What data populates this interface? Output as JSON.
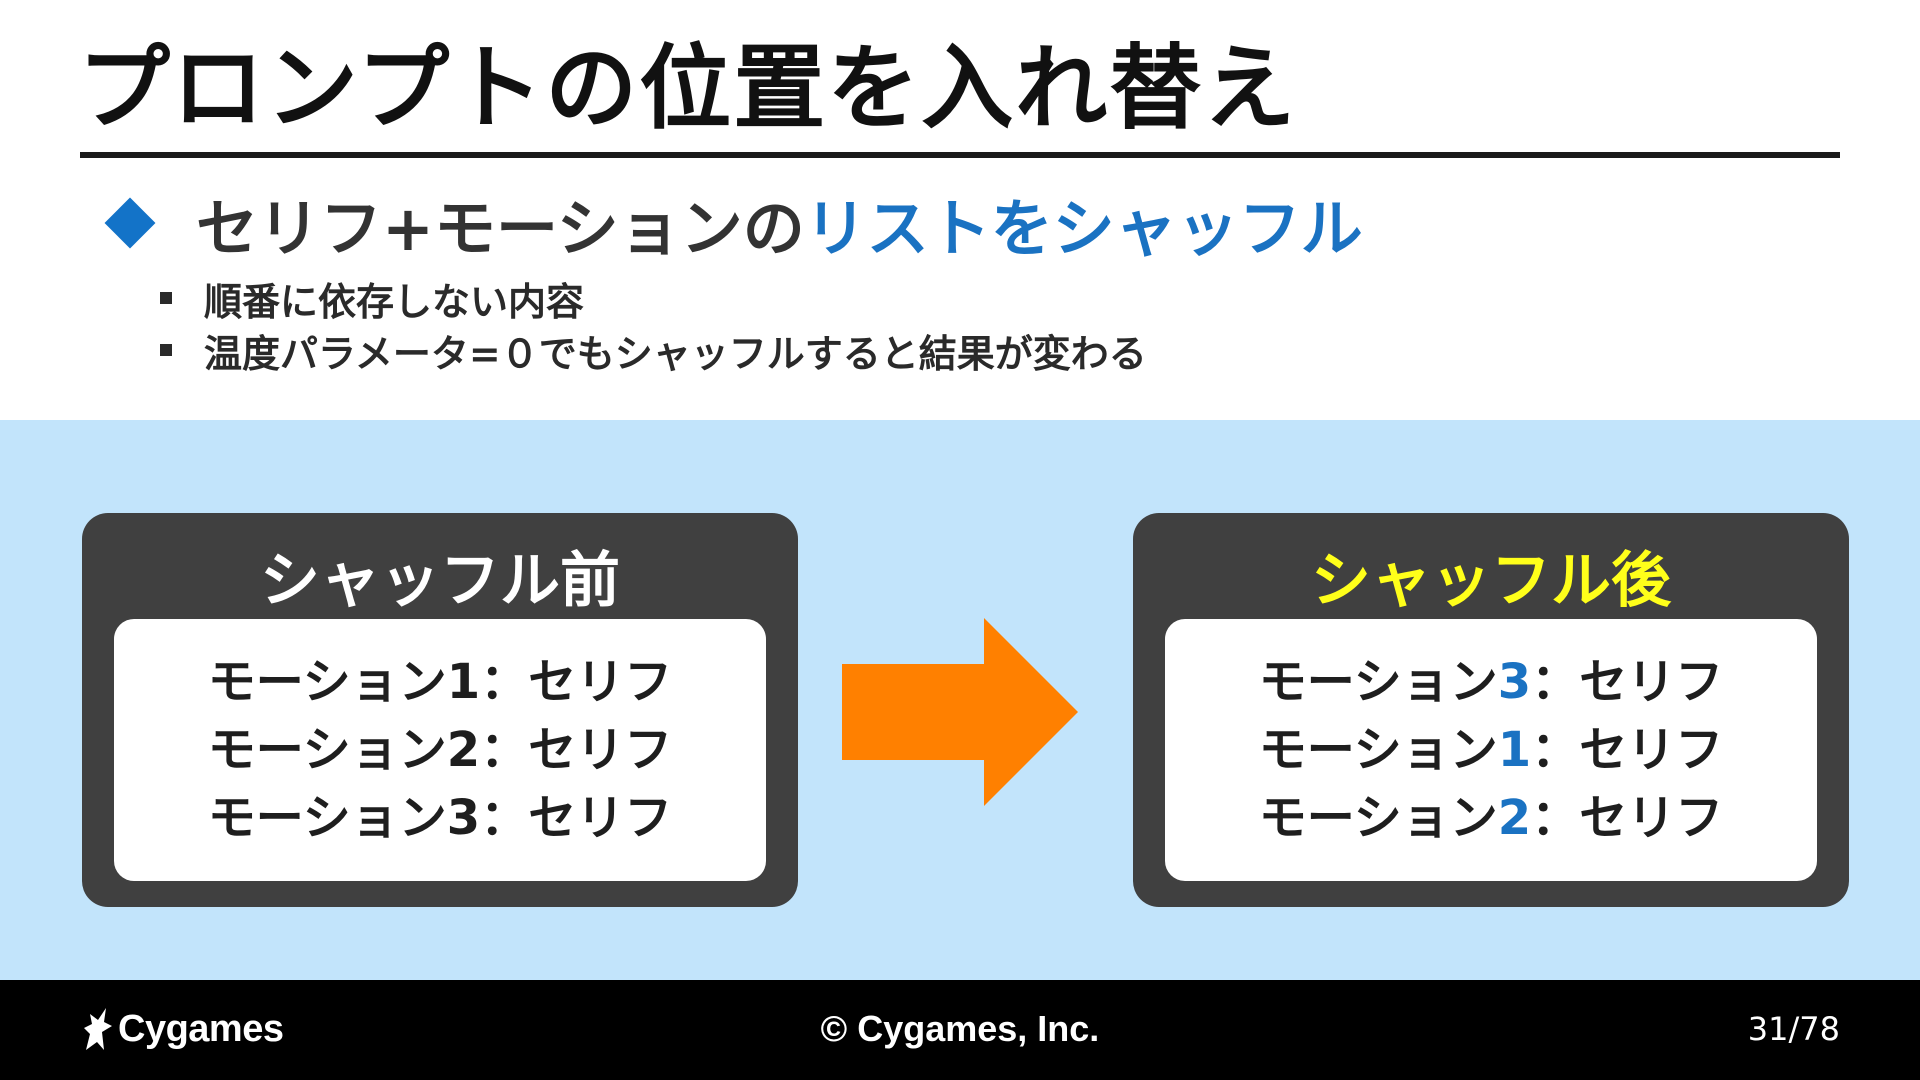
{
  "title": "プロンプトの位置を入れ替え",
  "main_bullet": {
    "prefix": "セリフ+モーションの",
    "highlight": "リストをシャッフル",
    "accent_color": "#1a72c2"
  },
  "sub_bullets": [
    "順番に依存しない内容",
    "温度パラメータ=０でもシャッフルすると結果が変わる"
  ],
  "before_panel": {
    "title": "シャッフル前",
    "rows": [
      {
        "label": "モーション",
        "number": "1",
        "separator": "：",
        "value": "セリフ"
      },
      {
        "label": "モーション",
        "number": "2",
        "separator": "：",
        "value": "セリフ"
      },
      {
        "label": "モーション",
        "number": "3",
        "separator": "：",
        "value": "セリフ"
      }
    ]
  },
  "after_panel": {
    "title": "シャッフル後",
    "title_color": "#ffff1a",
    "rows": [
      {
        "label": "モーション",
        "number": "3",
        "separator": "：",
        "value": "セリフ"
      },
      {
        "label": "モーション",
        "number": "1",
        "separator": "：",
        "value": "セリフ"
      },
      {
        "label": "モーション",
        "number": "2",
        "separator": "：",
        "value": "セリフ"
      }
    ]
  },
  "arrow": {
    "icon": "arrow-right-icon",
    "color": "#ff8000"
  },
  "footer": {
    "logo_text": "Cygames",
    "copyright": "© Cygames, Inc.",
    "page_number": "31/78"
  },
  "colors": {
    "band_background": "#c2e4fb",
    "panel_background": "#404040",
    "footer_background": "#000000"
  }
}
